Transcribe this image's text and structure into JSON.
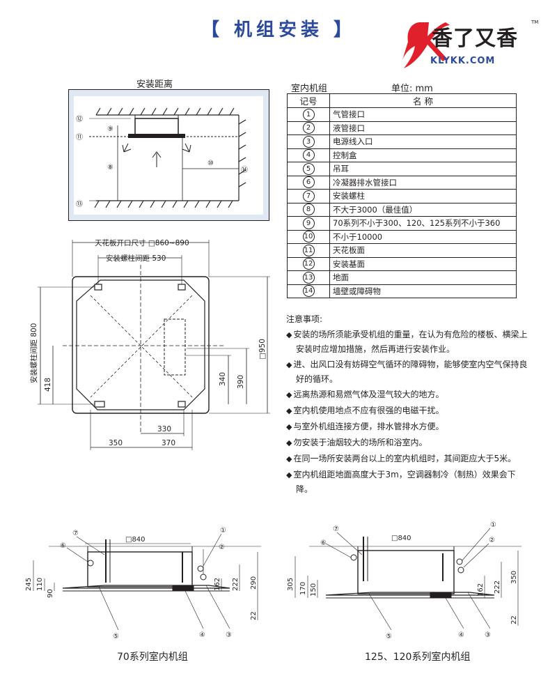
{
  "title": "【 机组安装 】",
  "logo": {
    "cn": "香了又香",
    "url": "KLYKK.COM",
    "tm": "TM"
  },
  "install_distance": {
    "label": "安装距离",
    "markers": [
      "⑫",
      "⑪",
      "⑨",
      "⑧",
      "⑬",
      "⑩",
      "⑭"
    ]
  },
  "plan_view": {
    "ceiling_opening": "天花板开口尺寸 □860~890",
    "bolt_spacing": "安装螺柱间距 530",
    "bolt_vertical": "安装螺柱间距 800",
    "dims": {
      "d418": "418",
      "d340": "340",
      "d390": "390",
      "d950": "□950",
      "d330": "330",
      "d350": "350",
      "d370": "370"
    }
  },
  "parts_table": {
    "group_label": "室内机组",
    "unit_label": "单位: mm",
    "head_no": "记号",
    "head_name": "名        称",
    "rows": [
      {
        "no": "1",
        "name": "气管接口"
      },
      {
        "no": "2",
        "name": "液管接口"
      },
      {
        "no": "3",
        "name": "电源线入口"
      },
      {
        "no": "4",
        "name": "控制盒"
      },
      {
        "no": "5",
        "name": "吊耳"
      },
      {
        "no": "6",
        "name": "冷凝器排水管接口"
      },
      {
        "no": "7",
        "name": "安装螺柱"
      },
      {
        "no": "8",
        "name": "不大于3000（最佳值）"
      },
      {
        "no": "9",
        "name": "70系列不小于300、120、125系列不小于360"
      },
      {
        "no": "10",
        "name": "不小于10000"
      },
      {
        "no": "11",
        "name": "天花板面"
      },
      {
        "no": "12",
        "name": "安装基面"
      },
      {
        "no": "13",
        "name": "地面"
      },
      {
        "no": "14",
        "name": "墙壁或障碍物"
      }
    ]
  },
  "notes": {
    "heading": "注意事项:",
    "items": [
      "安装的场所须能承受机组的重量，在认为有危险的楼板、横梁上安装时应增加措施，然后再进行安装作业。",
      "进、出风口没有妨碍空气循环的障碍物，能够使室内空气保持良好的循环。",
      "远离热源和易燃气体及湿气较大的地方。",
      "室内机使用地点不应有很强的电磁干扰。",
      "与室外机组连接方便，排水管排水方便。",
      "勿安装于油烟较大的场所和浴室内。",
      "在同一场所安装两台以上的室内机组时，其间距应大于5米。",
      "室内机组距地面高度大于3m，空调器制冷（制热）效果会下降。"
    ]
  },
  "side_view_70": {
    "caption": "70系列室内机组",
    "width": "□840",
    "dims": {
      "d245": "245",
      "d110": "110",
      "d90": "90",
      "d162": "162",
      "d222": "222",
      "d290": "290",
      "d22": "22"
    },
    "markers": [
      "⑦",
      "⑥",
      "①",
      "②",
      "⑤",
      "④",
      "③"
    ]
  },
  "side_view_120": {
    "caption": "125、120系列室内机组",
    "width": "□840",
    "dims": {
      "d305": "305",
      "d170": "170",
      "d150": "150",
      "d162": "162",
      "d222": "222",
      "d350": "350",
      "d22": "22"
    },
    "markers": [
      "⑦",
      "⑥",
      "①",
      "②",
      "⑤",
      "④",
      "③"
    ]
  }
}
